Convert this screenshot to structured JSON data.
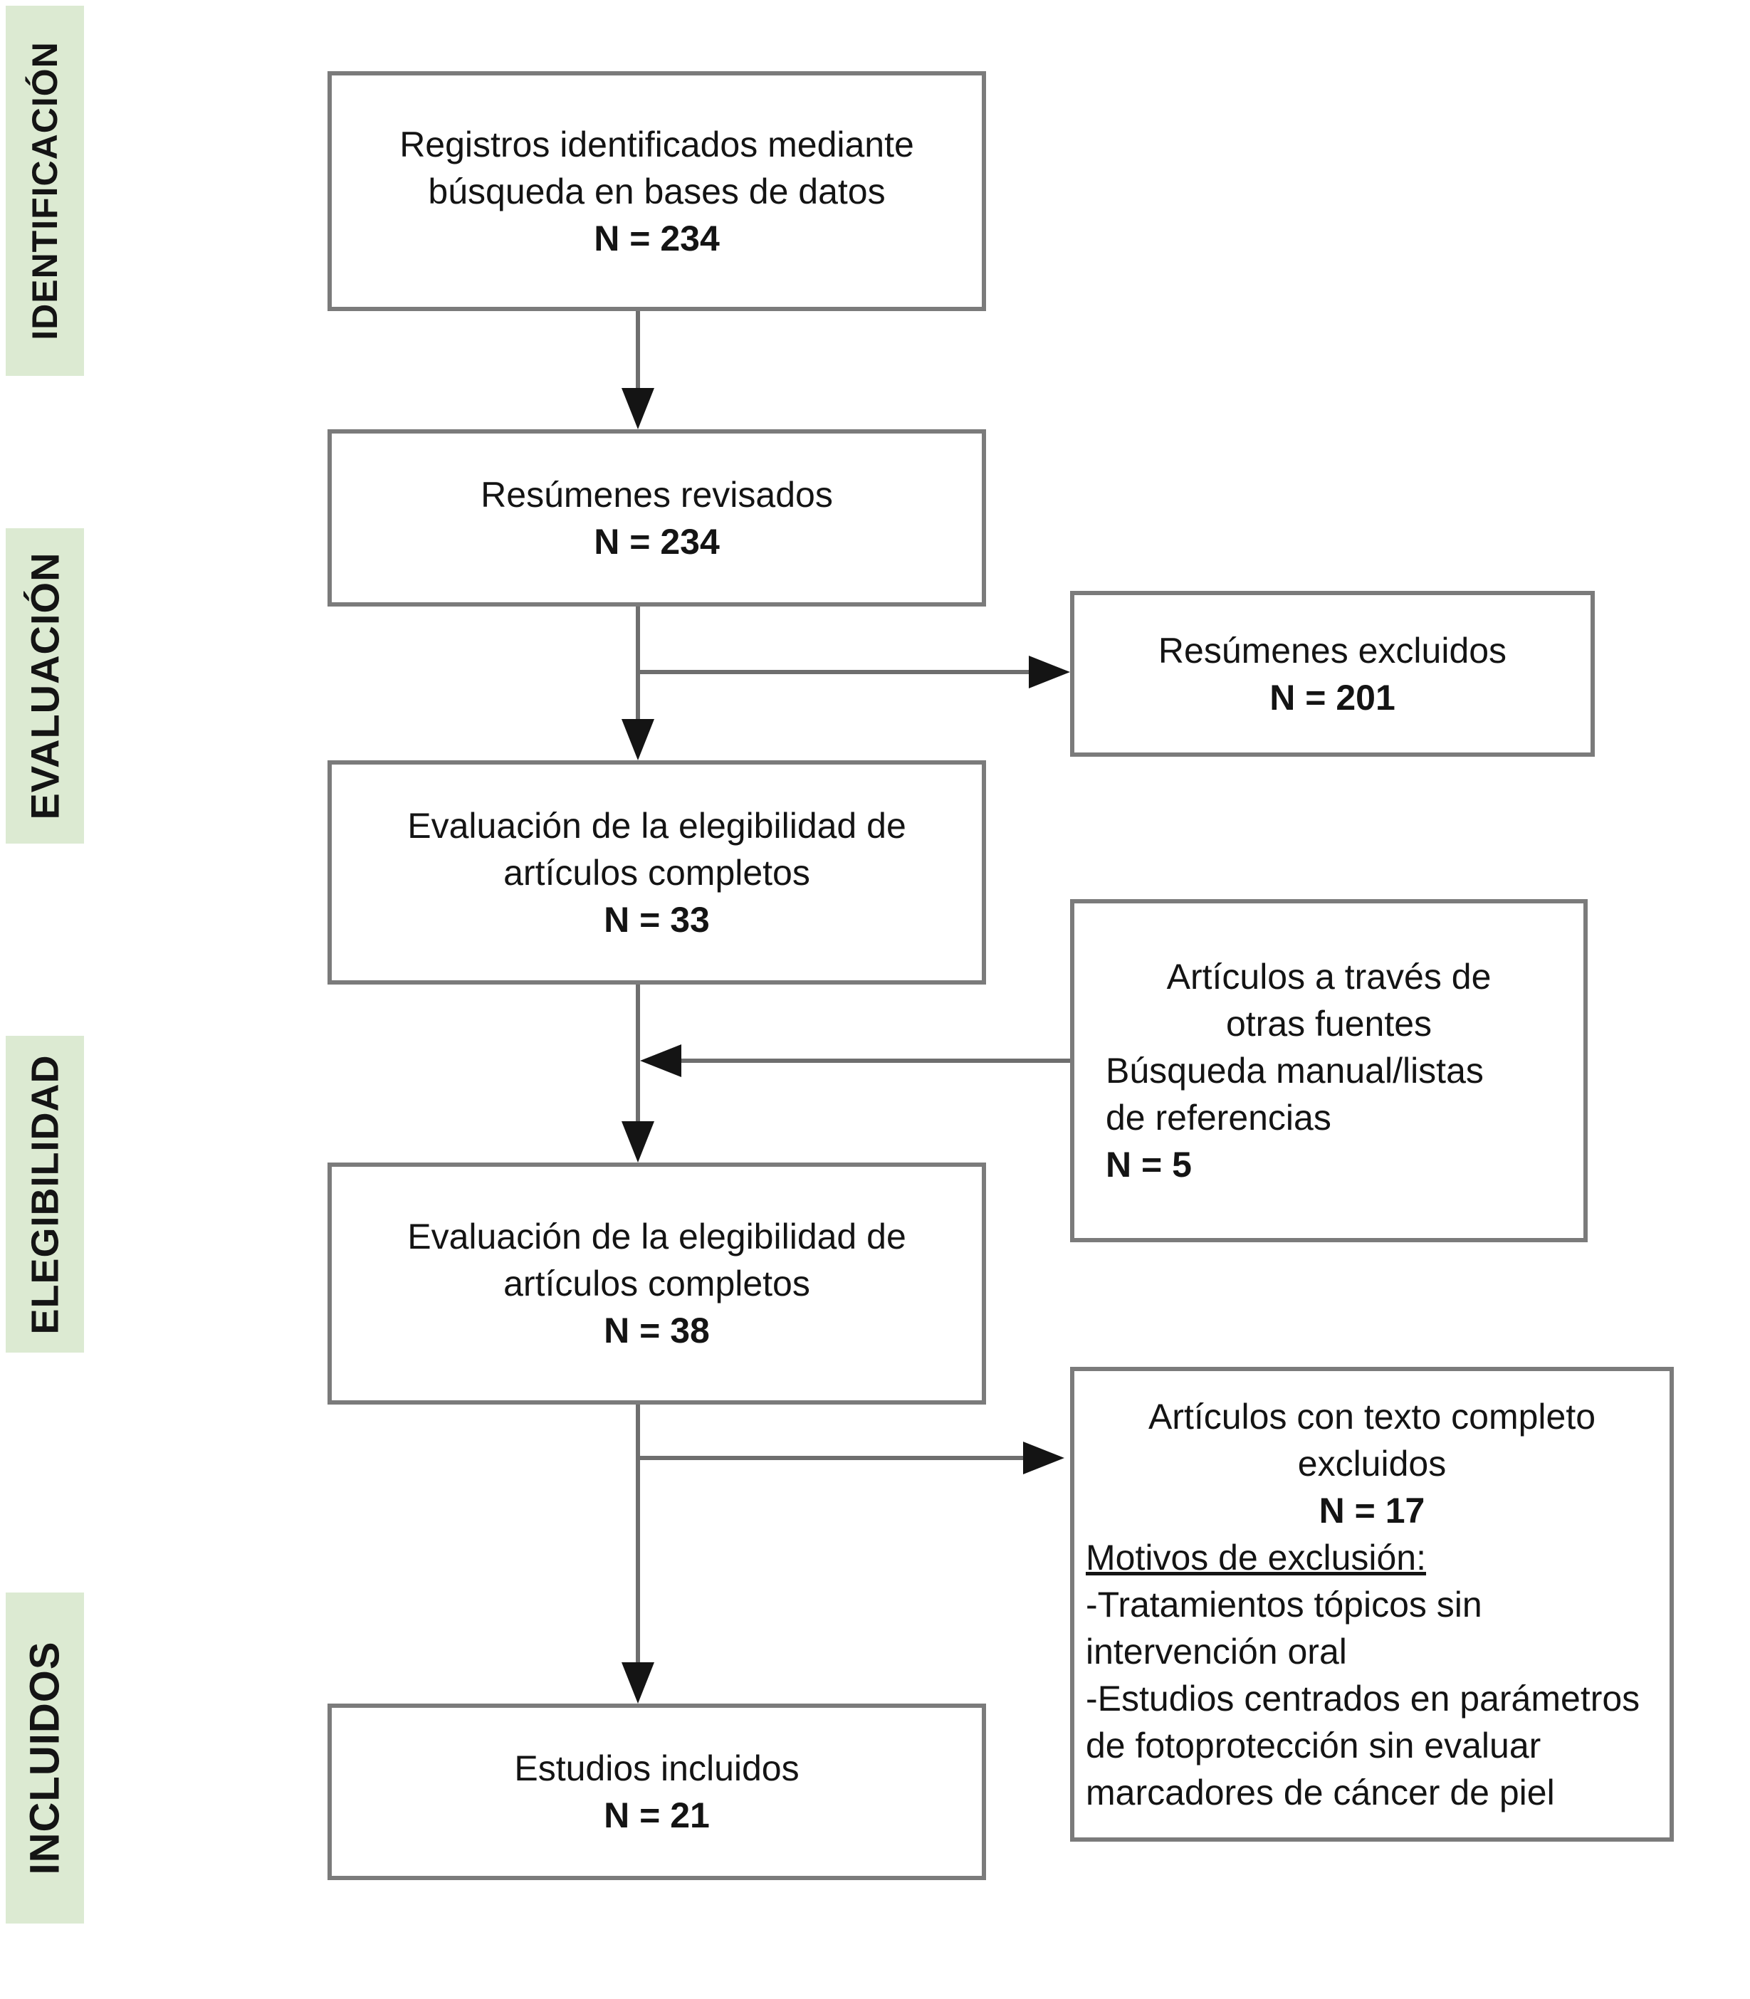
{
  "stage_labels": {
    "identification": "IDENTIFICACIÓN",
    "screening": "EVALUACIÓN",
    "eligibility": "ELEGIBILIDAD",
    "included": "INCLUIDOS"
  },
  "boxes": {
    "records_identified": {
      "lines": [
        "Registros identificados mediante",
        "búsqueda en bases de datos"
      ],
      "count": "N = 234"
    },
    "abstracts_reviewed": {
      "lines": [
        "Resúmenes revisados"
      ],
      "count": "N = 234"
    },
    "abstracts_excluded": {
      "lines": [
        "Resúmenes excluidos"
      ],
      "count": "N = 201"
    },
    "eligibility_assessment_1": {
      "lines": [
        "Evaluación de la elegibilidad de",
        "artículos completos"
      ],
      "count": "N = 33"
    },
    "other_sources": {
      "centered_lines": [
        "Artículos a través de",
        "otras fuentes"
      ],
      "left_lines": [
        "Búsqueda manual/listas",
        "de referencias"
      ],
      "count": "N = 5"
    },
    "eligibility_assessment_2": {
      "lines": [
        "Evaluación de la elegibilidad de",
        "artículos completos"
      ],
      "count": "N = 38"
    },
    "fulltext_excluded": {
      "centered_lines": [
        "Artículos con texto completo",
        "excluidos"
      ],
      "count": "N = 17",
      "reasons_heading": "Motivos de exclusión:",
      "reason_lines": [
        "-Tratamientos tópicos sin",
        "intervención oral",
        "-Estudios centrados en parámetros",
        "de fotoprotección sin evaluar",
        "marcadores de cáncer de piel"
      ]
    },
    "studies_included": {
      "lines": [
        "Estudios incluidos"
      ],
      "count": "N = 21"
    }
  },
  "colors": {
    "stage_band": "#dcead2",
    "box_border": "#7b7b7b",
    "arrow_line": "#6e6e6e",
    "arrowhead": "#141414",
    "text": "#141414"
  }
}
